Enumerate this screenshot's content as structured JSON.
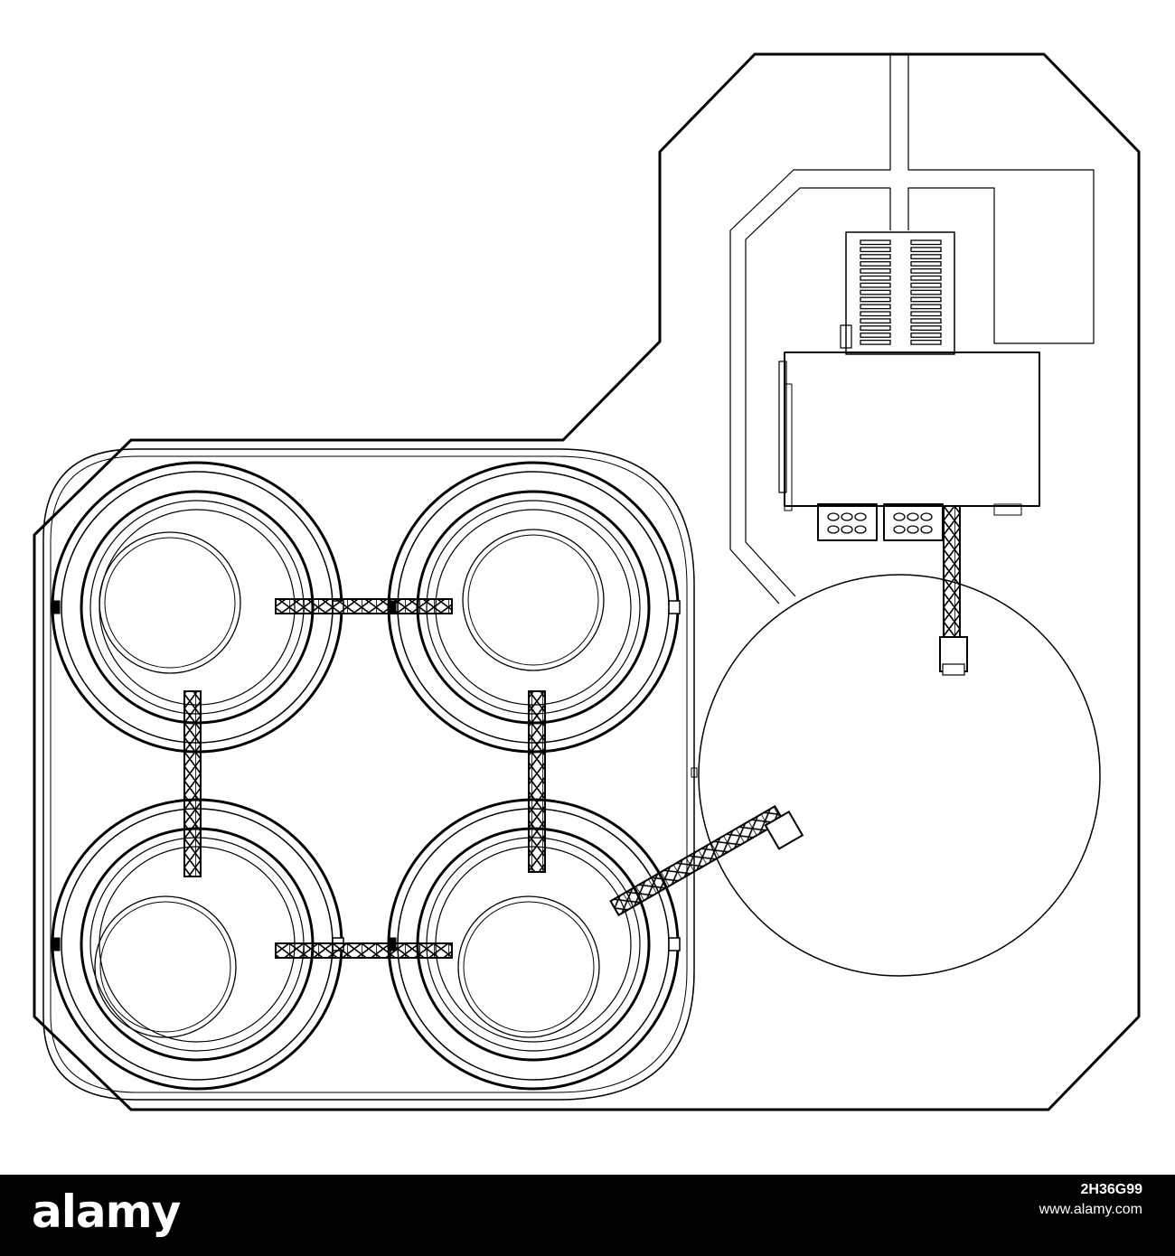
{
  "footer": {
    "brand": "alamy",
    "image_id": "2H36G99",
    "url": "www.alamy.com"
  },
  "colors": {
    "line": "#000000",
    "background": "#ffffff",
    "footer_background": "#000000",
    "footer_text": "#ffffff"
  }
}
